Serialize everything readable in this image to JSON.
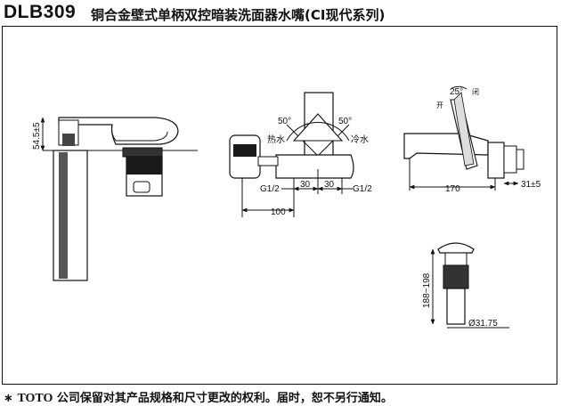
{
  "header": {
    "model": "DLB309",
    "title": "铜合金壁式单柄双控暗装洗面器水嘴(CI现代系列)"
  },
  "dimensions": {
    "side_height": "54.5±5",
    "angle_left": "50°",
    "angle_right": "50°",
    "hot": "热水",
    "cold": "冷水",
    "thread_left": "G1/2",
    "thread_right": "G1/2",
    "spacing_left": "30",
    "spacing_right": "30",
    "total_width": "100",
    "handle_angle": "25°",
    "close_label": "闭",
    "open_label": "开",
    "spout_length": "170",
    "wall_depth": "31±5",
    "drain_height": "188~198",
    "drain_diameter": "Ø31.75"
  },
  "footer": {
    "star": "∗",
    "brand": "TOTO",
    "text": "公司保留对其产品规格和尺寸更改的权利。届时，恕不另行通知。"
  },
  "colors": {
    "line": "#111111",
    "fill_dark": "#1a1a1a",
    "fill_mid": "#555555"
  }
}
